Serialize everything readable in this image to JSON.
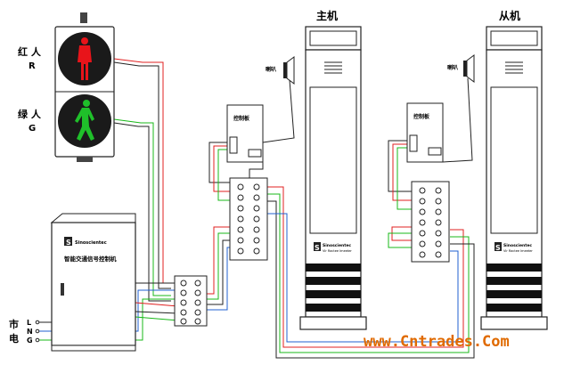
{
  "labels": {
    "master_title": "主机",
    "slave_title": "从机",
    "red_label": "红 人",
    "red_code": "R",
    "green_label": "绿 人",
    "green_code": "G",
    "speaker_master": "喇叭",
    "speaker_slave": "喇叭",
    "control_board_master": "控制板",
    "control_board_slave": "控制板",
    "cabinet_brand": "Sinoscientec",
    "cabinet_title": "智能交通信号控制机",
    "mains_label_1": "市",
    "mains_label_2": "电",
    "mains_L": "L",
    "mains_N": "N",
    "mains_G": "G",
    "unit_brand_master": "Sinoscientec",
    "unit_sub_master": "Vlr Ractee Imeeter",
    "unit_brand_slave": "Sinoscientec",
    "unit_sub_slave": "Vlr Ractee Imeeter",
    "watermark": "www.Cntrades.Com"
  },
  "colors": {
    "red_wire": "#e02020",
    "green_wire": "#18b818",
    "black_wire": "#222222",
    "blue_wire": "#2060d0",
    "watermark": "#e06a00",
    "red_man": "#e8141a",
    "green_man": "#1fc02a"
  }
}
